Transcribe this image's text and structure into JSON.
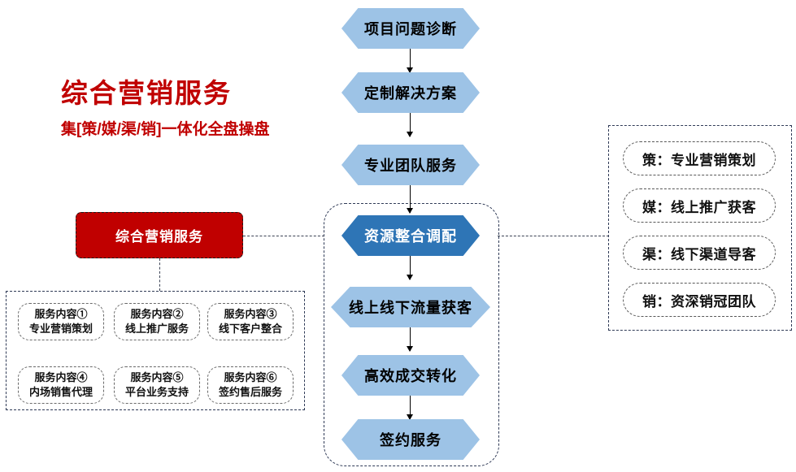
{
  "headline": {
    "title": "综合营销服务",
    "subtitle": "集[策/媒/渠/销]一体化全盘操盘",
    "color": "#C00000"
  },
  "flow": {
    "accent_color": "#2E75B6",
    "node_color": "#9DC3E6",
    "nodes": [
      {
        "label": "项目问题诊断",
        "highlight": false
      },
      {
        "label": "定制解决方案",
        "highlight": false
      },
      {
        "label": "专业团队服务",
        "highlight": false
      },
      {
        "label": "资源整合调配",
        "highlight": true
      },
      {
        "label": "线上线下流量获客",
        "highlight": false
      },
      {
        "label": "高效成交转化",
        "highlight": false
      },
      {
        "label": "签约服务",
        "highlight": false
      }
    ]
  },
  "red_card": {
    "label": "综合营销服务",
    "color": "#C00000"
  },
  "right_panel": {
    "items": [
      {
        "label": "策：专业营销策划"
      },
      {
        "label": "媒：线上推广获客"
      },
      {
        "label": "渠：线下渠道导客"
      },
      {
        "label": "销：资深销冠团队"
      }
    ]
  },
  "services": {
    "items": [
      {
        "title": "服务内容①",
        "desc": "专业营销策划"
      },
      {
        "title": "服务内容②",
        "desc": "线上推广服务"
      },
      {
        "title": "服务内容③",
        "desc": "线下客户整合"
      },
      {
        "title": "服务内容④",
        "desc": "内场销售代理"
      },
      {
        "title": "服务内容⑤",
        "desc": "平台业务支持"
      },
      {
        "title": "服务内容⑥",
        "desc": "签约售后服务"
      }
    ]
  }
}
